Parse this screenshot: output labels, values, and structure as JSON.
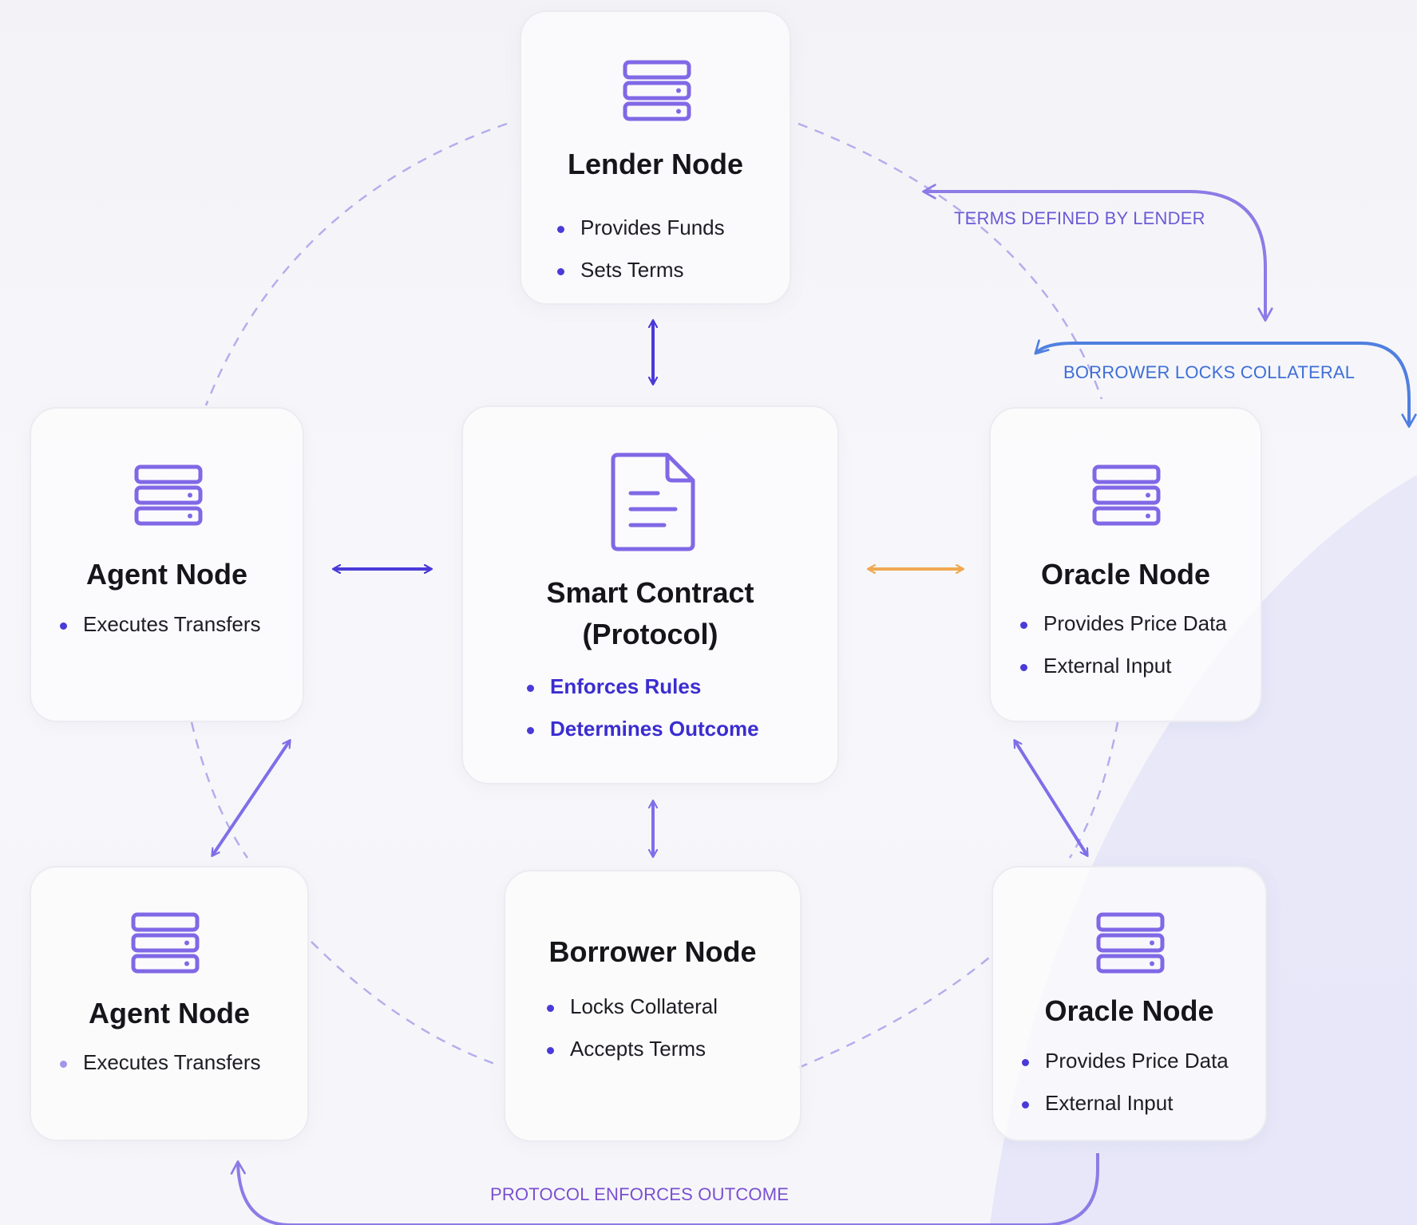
{
  "colors": {
    "accent": "#7f6ee8",
    "accent_dark": "#4a3ad8",
    "blue_flow": "#4f7fe0",
    "orange_link": "#f0a952",
    "center_bullets": "#3b2dd0"
  },
  "nodes": {
    "lender": {
      "icon": "server-icon",
      "title": "Lender Node",
      "items": [
        "Provides Funds",
        "Sets Terms"
      ]
    },
    "center": {
      "icon": "document-icon",
      "title_line1": "Smart Contract",
      "title_line2": "(Protocol)",
      "items": [
        "Enforces Rules",
        "Determines Outcome"
      ]
    },
    "agent_top": {
      "icon": "server-icon",
      "title": "Agent Node",
      "items": [
        "Executes Transfers"
      ]
    },
    "oracle_top": {
      "icon": "server-icon",
      "title": "Oracle Node",
      "items": [
        "Provides Price Data",
        "External Input"
      ]
    },
    "agent_bottom": {
      "icon": "server-icon",
      "title": "Agent Node",
      "items": [
        "Executes Transfers"
      ]
    },
    "borrower": {
      "title": "Borrower Node",
      "items": [
        "Locks Collateral",
        "Accepts Terms"
      ]
    },
    "oracle_bottom": {
      "icon": "server-icon",
      "title": "Oracle Node",
      "items": [
        "Provides Price Data",
        "External Input"
      ]
    }
  },
  "flows": {
    "terms": "TERMS DEFINED BY LENDER",
    "collateral": "BORROWER LOCKS COLLATERAL",
    "outcome": "PROTOCOL ENFORCES OUTCOME"
  }
}
